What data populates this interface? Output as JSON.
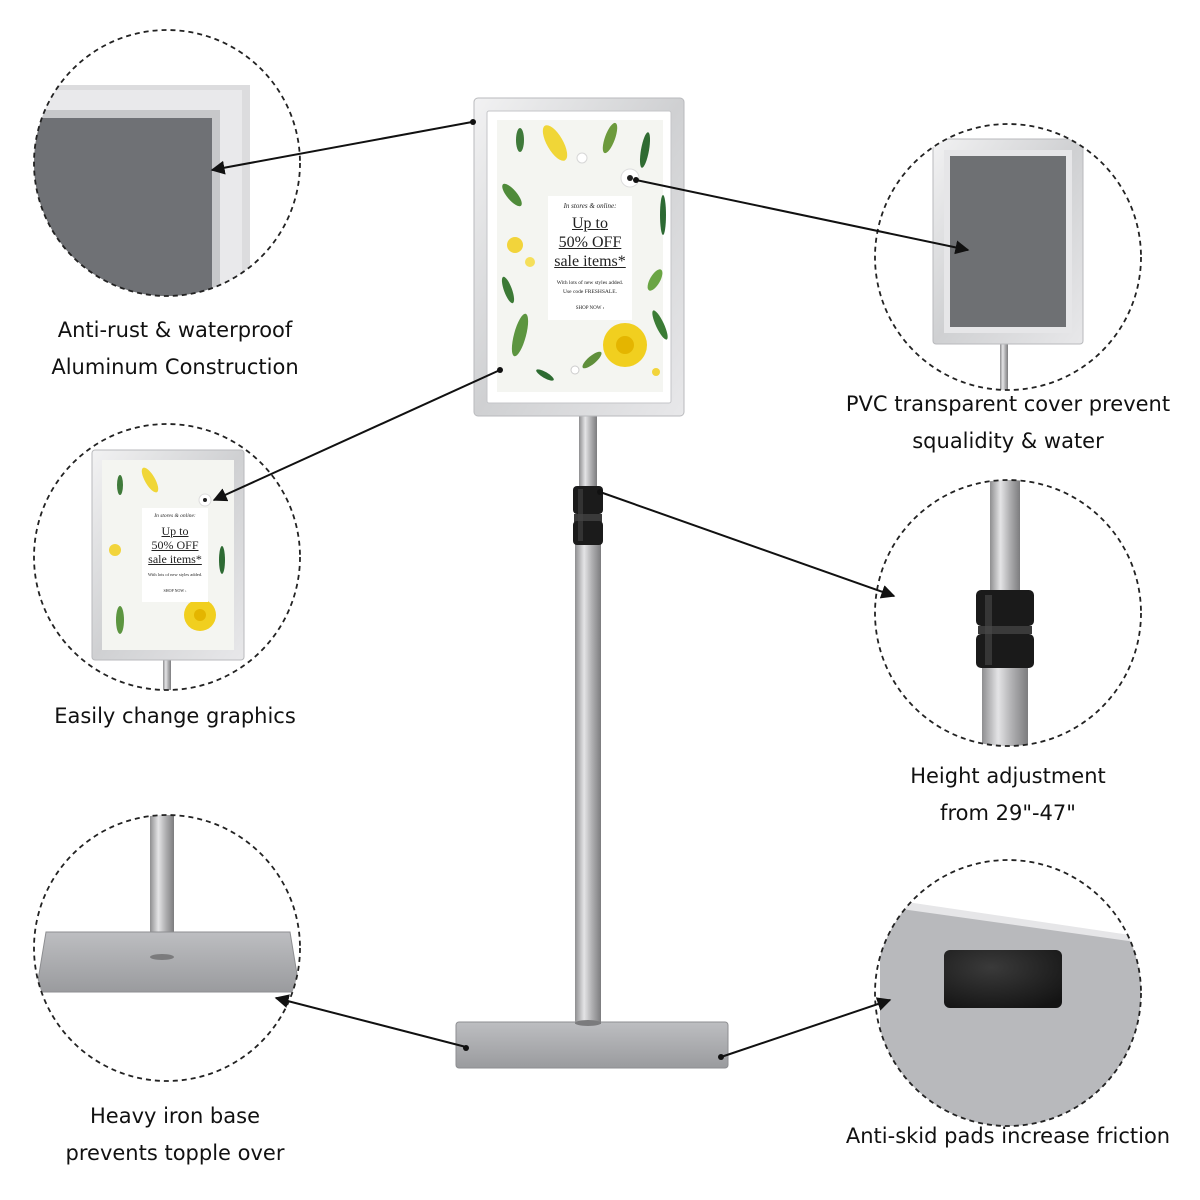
{
  "features": [
    {
      "id": "aluminum",
      "lines": [
        "Anti-rust & waterproof",
        "Aluminum Construction"
      ]
    },
    {
      "id": "pvc",
      "lines": [
        "PVC transparent cover prevent",
        "squalidity & water"
      ]
    },
    {
      "id": "graphics",
      "lines": [
        "Easily change graphics"
      ]
    },
    {
      "id": "height",
      "lines": [
        "Height adjustment",
        "from 29\"-47\""
      ]
    },
    {
      "id": "base",
      "lines": [
        "Heavy iron base",
        "prevents topple over"
      ]
    },
    {
      "id": "antiskid",
      "lines": [
        "Anti-skid pads increase friction"
      ]
    }
  ],
  "poster": {
    "kicker": "In stores & online:",
    "headline1": "Up to",
    "headline2": "50% OFF",
    "headline3": "sale items*",
    "fine1": "With lots of new styles added.",
    "fine2": "Use code FRESHSALE.",
    "cta": "SHOP NOW ›"
  },
  "colors": {
    "frame": "#d8d9db",
    "pole": "#b9b9bb",
    "base": "#a9aaad",
    "insert": "#6e7073",
    "pad": "#1e1e1e"
  }
}
